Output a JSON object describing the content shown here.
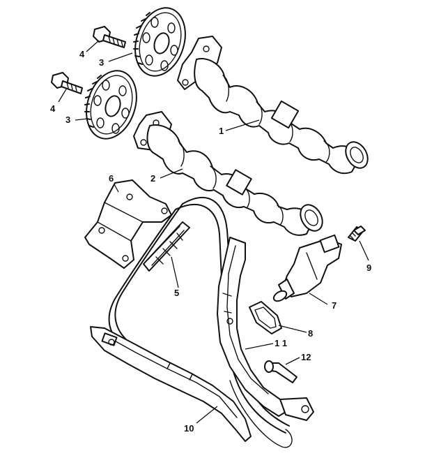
{
  "callouts": [
    {
      "id": "c4a",
      "label": "4"
    },
    {
      "id": "c3a",
      "label": "3"
    },
    {
      "id": "c4b",
      "label": "4"
    },
    {
      "id": "c3b",
      "label": "3"
    },
    {
      "id": "c1",
      "label": "1"
    },
    {
      "id": "c2",
      "label": "2"
    },
    {
      "id": "c6",
      "label": "6"
    },
    {
      "id": "c5",
      "label": "5"
    },
    {
      "id": "c9",
      "label": "9"
    },
    {
      "id": "c7",
      "label": "7"
    },
    {
      "id": "c8",
      "label": "8"
    },
    {
      "id": "c11",
      "label": "1 1"
    },
    {
      "id": "c12",
      "label": "12"
    },
    {
      "id": "c10",
      "label": "10"
    }
  ]
}
